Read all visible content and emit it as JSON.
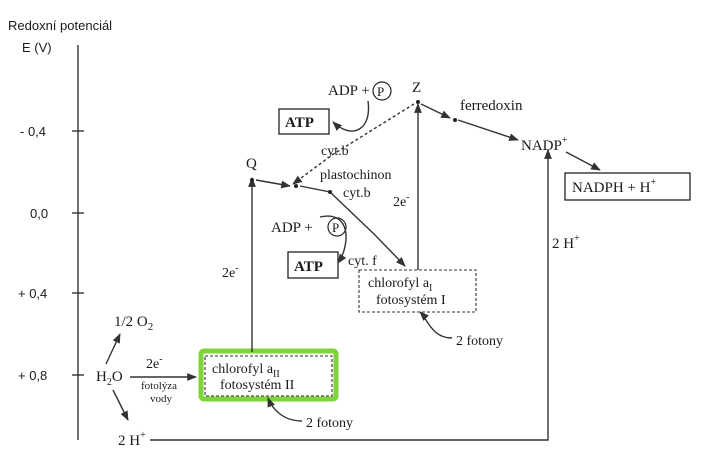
{
  "axis": {
    "title_line1": "Redoxní potenciál",
    "title_line2": "E (V)",
    "ticks": [
      "- 0,4",
      "0,0",
      "+ 0,4",
      "+ 0,8"
    ]
  },
  "labels": {
    "adp_top": "ADP +",
    "p_top": "P",
    "z": "Z",
    "ferredoxin": "ferredoxin",
    "atp_top": "ATP",
    "cyt_b_top": "cyt.b",
    "nadp_plus": "NADP",
    "plus_sup": "+",
    "q": "Q",
    "plastochinon": "plastochinon",
    "cyt_b_mid": "cyt.b",
    "nadph": "NADPH + H",
    "two_e_right": "2e",
    "e_sup": "-",
    "adp_mid": "ADP +",
    "p_mid": "P",
    "two_h_right": "2 H",
    "atp_mid": "ATP",
    "cyt_f": "cyt. f",
    "two_e_left": "2e",
    "psI_line1": "chlorofyl a",
    "psI_sub": "I",
    "psI_line2": "fotosystém I",
    "two_photons_right": "2 fotony",
    "half_o2": "1/2 O",
    "o2_sub": "2",
    "h2o": "H",
    "h2o_sub": "2",
    "h2o_o": "O",
    "two_e_water": "2e",
    "fotolyza": "fotolýza",
    "vody": "vody",
    "psII_line1": "chlorofyl a",
    "psII_sub": "II",
    "psII_line2": "fotosystém II",
    "two_photons_bottom": "2 fotony",
    "two_h_bottom": "2 H"
  },
  "colors": {
    "highlight": "#7fd43a",
    "ink": "#222222"
  }
}
